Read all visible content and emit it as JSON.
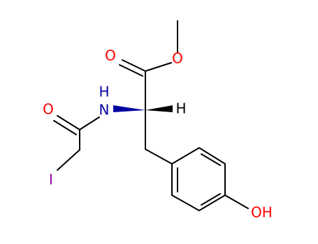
{
  "colors": {
    "bond": "#000000",
    "oxygen": "#ff0000",
    "nitrogen": "#0000a0",
    "iodine": "#94009e",
    "hydrogen": "#000000"
  },
  "atoms": {
    "o_ester_carbonyl": "O",
    "o_ester_methoxy": "O",
    "n_amide": "N",
    "h_on_n": "H",
    "h_stereo": "H",
    "o_amide": "O",
    "iodine": "I",
    "hydroxyl": "OH"
  }
}
